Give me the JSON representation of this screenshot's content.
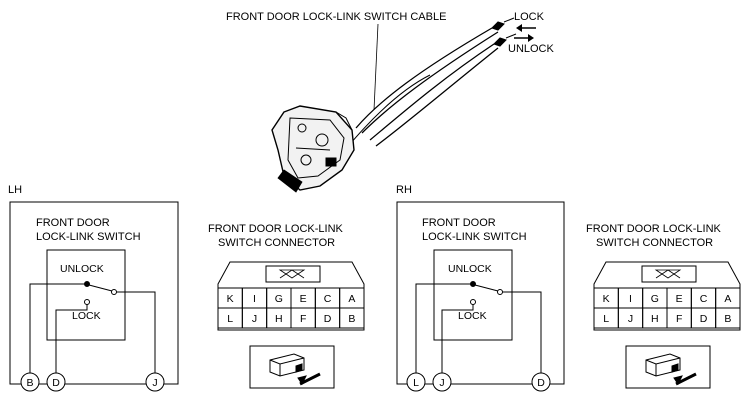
{
  "cable_label": "FRONT DOOR LOCK-LINK SWITCH CABLE",
  "direction": {
    "lock": "LOCK",
    "unlock": "UNLOCK"
  },
  "lh": {
    "side": "LH",
    "switch_title_1": "FRONT DOOR",
    "switch_title_2": "LOCK-LINK SWITCH",
    "unlock": "UNLOCK",
    "lock": "LOCK",
    "terminals": [
      "B",
      "D",
      "J"
    ],
    "connector_title_1": "FRONT DOOR LOCK-LINK",
    "connector_title_2": "SWITCH CONNECTOR",
    "row1": [
      "K",
      "I",
      "G",
      "E",
      "C",
      "A"
    ],
    "row2": [
      "L",
      "J",
      "H",
      "F",
      "D",
      "B"
    ]
  },
  "rh": {
    "side": "RH",
    "switch_title_1": "FRONT DOOR",
    "switch_title_2": "LOCK-LINK SWITCH",
    "unlock": "UNLOCK",
    "lock": "LOCK",
    "terminals": [
      "L",
      "J",
      "D"
    ],
    "connector_title_1": "FRONT DOOR LOCK-LINK",
    "connector_title_2": "SWITCH CONNECTOR",
    "row1": [
      "K",
      "I",
      "G",
      "E",
      "C",
      "A"
    ],
    "row2": [
      "L",
      "J",
      "H",
      "F",
      "D",
      "B"
    ]
  }
}
